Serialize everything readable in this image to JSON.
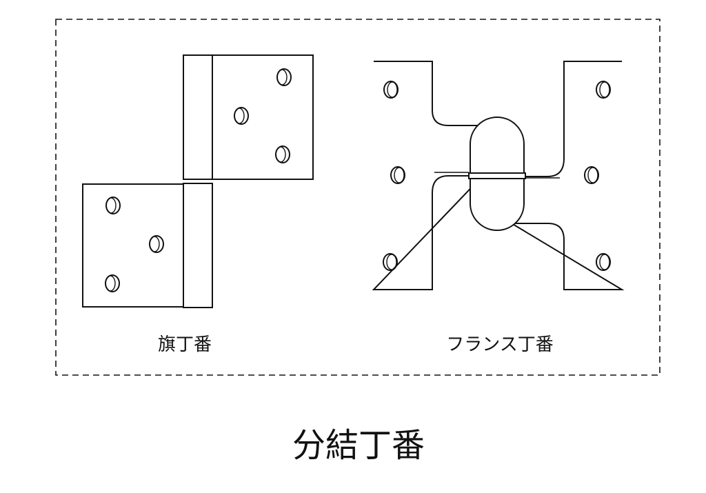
{
  "labels": {
    "flag_hinge": "旗丁番",
    "flange_hinge": "フランス丁番",
    "title": "分結丁番"
  },
  "colors": {
    "stroke": "#111111",
    "background": "#ffffff"
  }
}
